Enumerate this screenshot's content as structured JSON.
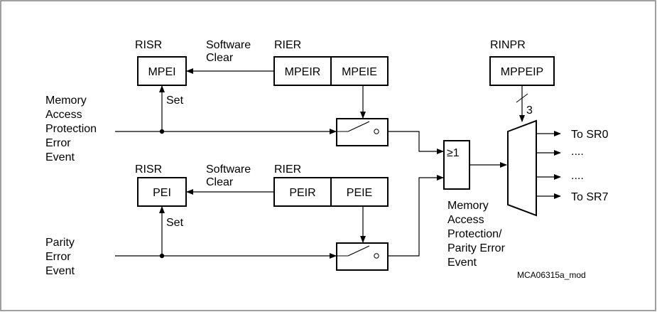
{
  "upper": {
    "risr": {
      "name": "RISR",
      "bit": "MPEI"
    },
    "rier": {
      "name": "RIER",
      "bit_request": "MPEIR",
      "bit_enable": "MPEIE"
    },
    "software_clear": [
      "Software",
      "Clear"
    ],
    "set": "Set",
    "event_lines": [
      "Memory",
      "Access",
      "Protection",
      "Error",
      "Event"
    ]
  },
  "lower": {
    "risr": {
      "name": "RISR",
      "bit": "PEI"
    },
    "rier": {
      "name": "RIER",
      "bit_request": "PEIR",
      "bit_enable": "PEIE"
    },
    "software_clear": [
      "Software",
      "Clear"
    ],
    "set": "Set",
    "event_lines": [
      "Parity",
      "Error",
      "Event"
    ]
  },
  "or_gate": {
    "label": "≥1"
  },
  "combined_event_lines": [
    "Memory",
    "Access",
    "Protection/",
    "Parity Error",
    "Event"
  ],
  "rinpr": {
    "name": "RINPR",
    "bit": "MPPEIP",
    "bus_width": "3"
  },
  "outputs": [
    "To SR0",
    "....",
    "....",
    "To SR7"
  ],
  "figure_id": "MCA06315a_mod",
  "colors": {
    "line": "#000000",
    "frame": "#808080",
    "background": "#ffffff"
  }
}
